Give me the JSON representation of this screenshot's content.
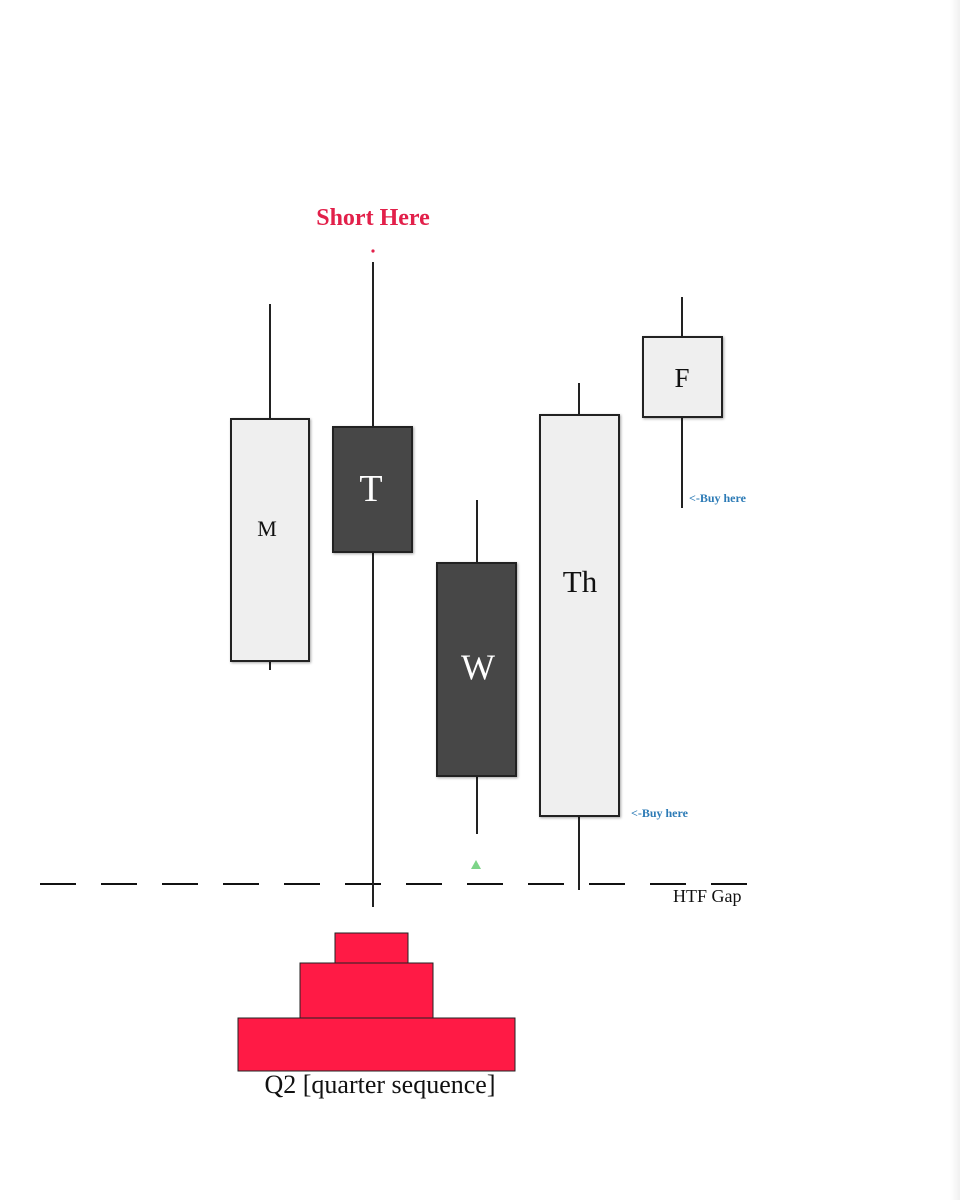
{
  "annotations": {
    "short_here": "Short Here",
    "buy_here_friday": "<-Buy here",
    "buy_here_thursday": "<-Buy here",
    "htf_gap": "HTF Gap",
    "sequence_label": "Q2 [quarter sequence]"
  },
  "candles": [
    {
      "label": "M",
      "kind": "bullish",
      "fill": "#efefef"
    },
    {
      "label": "T",
      "kind": "bearish",
      "fill": "#474747"
    },
    {
      "label": "W",
      "kind": "bearish",
      "fill": "#474747"
    },
    {
      "label": "Th",
      "kind": "bullish",
      "fill": "#efefef"
    },
    {
      "label": "F",
      "kind": "bullish",
      "fill": "#efefef"
    }
  ],
  "colors": {
    "short_text": "#e2204a",
    "buy_text": "#2d7bb6",
    "pyramid": "#ff1a45",
    "wick": "#222222",
    "htf_line": "#111111",
    "marker": "#5dc96a"
  }
}
